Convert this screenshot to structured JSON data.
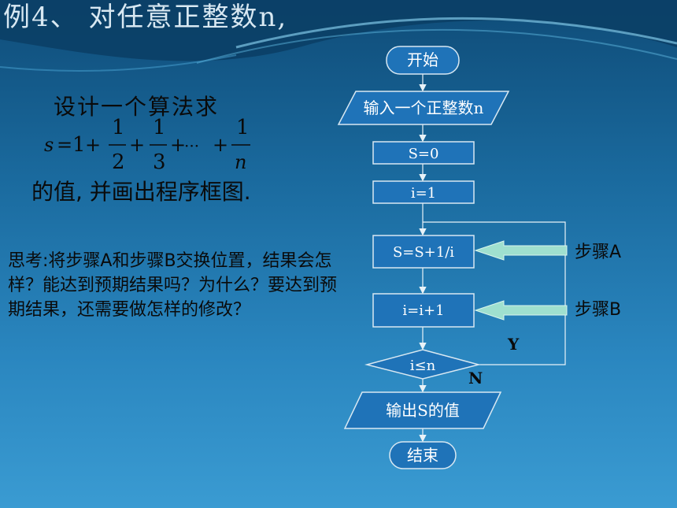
{
  "slide": {
    "title": "例4、 对任意正整数n,",
    "design_text": "设计一个算法求",
    "formula": {
      "lhs": "s",
      "eq": "=",
      "one": "1",
      "plus": "+",
      "num": "1",
      "d2": "2",
      "d3": "3",
      "dots": "···",
      "dn": "n"
    },
    "value_text": "的值, 并画出程序框图.",
    "think_text": "思考:将步骤A和步骤B交换位置，结果会怎样？能达到预期结果吗？为什么？要达到预期结果，还需要做怎样的修改？"
  },
  "flowchart": {
    "start": "开始",
    "input": "输入一个正整数n",
    "s_init": "S=0",
    "i_init": "i=1",
    "step_a_box": "S=S+1/i",
    "step_b_box": "i=i+1",
    "condition": "i≤n",
    "yes": "Y",
    "no": "N",
    "output": "输出S的值",
    "end": "结束",
    "label_a": "步骤A",
    "label_b": "步骤B"
  },
  "colors": {
    "box_fill": "#1f73b8",
    "box_stroke": "#d8e8f2",
    "arrow_fill": "#9fe0cf"
  }
}
